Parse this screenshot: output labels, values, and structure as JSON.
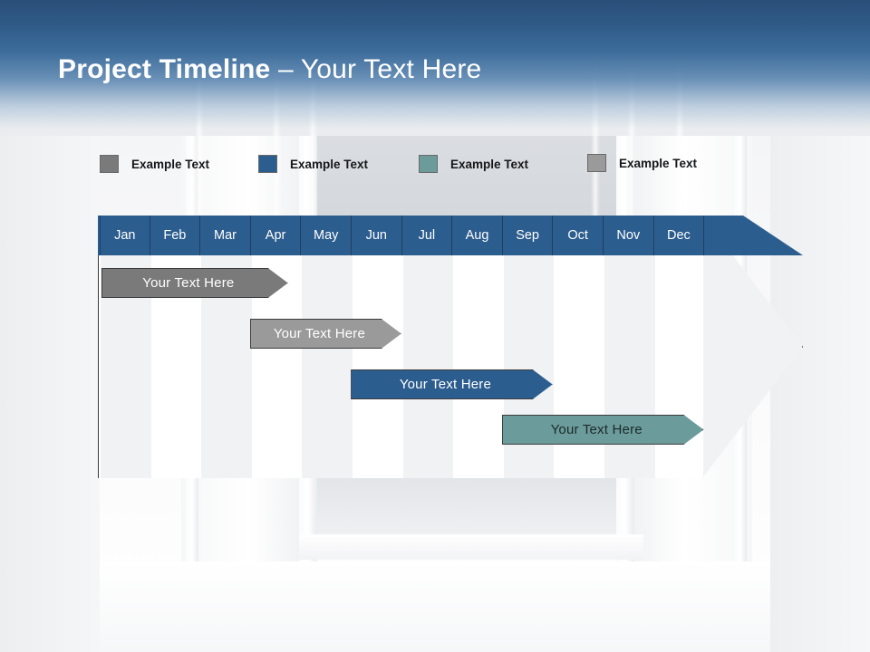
{
  "slide": {
    "title_bold": "Project Timeline",
    "title_sep": " – ",
    "title_light": "Your Text Here"
  },
  "legend": {
    "items": [
      {
        "label": "Example Text",
        "color": "#7a7a7a",
        "x": 110
      },
      {
        "label": "Example Text",
        "color": "#2c5d8f",
        "x": 285
      },
      {
        "label": "Example Text",
        "color": "#6c9b9b",
        "x": 462
      },
      {
        "label": "Example Text",
        "color": "#9a9a9a",
        "x": 648
      }
    ]
  },
  "chart_data": {
    "type": "bar",
    "title": "Project Timeline – Your Text Here",
    "xlabel": "",
    "ylabel": "",
    "categories": [
      "Jan",
      "Feb",
      "Mar",
      "Apr",
      "May",
      "Jun",
      "Jul",
      "Aug",
      "Sep",
      "Oct",
      "Nov",
      "Dec"
    ],
    "grid": true,
    "legend_position": "top",
    "series": [
      {
        "name": "Example Text",
        "label": "Your  Text Here",
        "color": "#7a7a7a",
        "text_color": "#ffffff",
        "start_month": 1,
        "end_month": 4.7,
        "row": 1
      },
      {
        "name": "Example Text",
        "label": "Your  Text Here",
        "color": "#9a9a9a",
        "text_color": "#ffffff",
        "start_month": 3.95,
        "end_month": 6.95,
        "row": 2
      },
      {
        "name": "Example Text",
        "label": "Your  Text Here",
        "color": "#2c5d8f",
        "text_color": "#ffffff",
        "start_month": 5.95,
        "end_month": 9.95,
        "row": 3
      },
      {
        "name": "Example Text",
        "label": "Your  Text Here",
        "color": "#6c9b9b",
        "text_color": "#1b2a2a",
        "start_month": 8.95,
        "end_month": 12.95,
        "row": 4
      }
    ]
  },
  "colors": {
    "header_blue": "#2c5d8f",
    "band_top": "#2a4f78",
    "grey_bar": "#7a7a7a",
    "light_grey_bar": "#9a9a9a",
    "blue_bar": "#2c5d8f",
    "teal_bar": "#6c9b9b",
    "column_shade": "#f1f2f3"
  }
}
